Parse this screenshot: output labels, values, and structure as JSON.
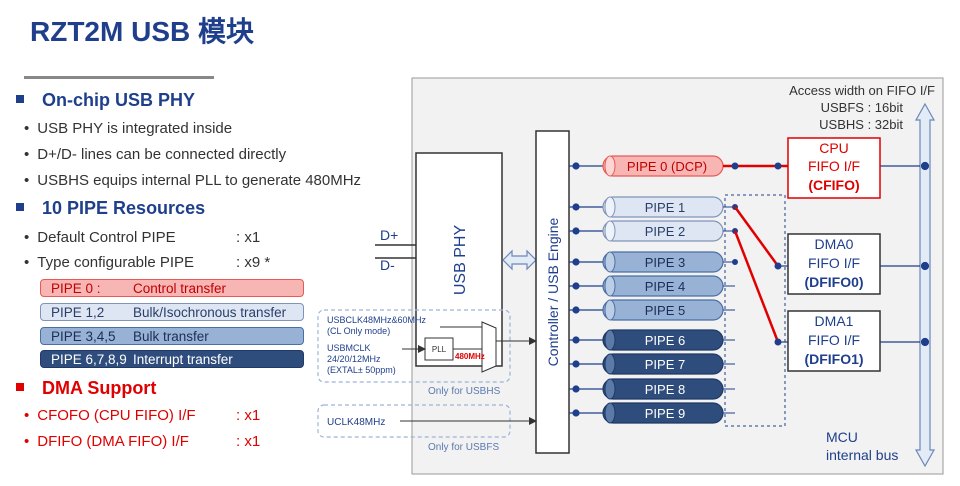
{
  "title": "RZT2M USB 模块",
  "sections": {
    "phy": {
      "heading": "On-chip USB PHY",
      "bullets": [
        "USB PHY is integrated inside",
        "D+/D- lines can be connected directly",
        "USBHS equips internal PLL to generate 480MHz"
      ]
    },
    "pipe": {
      "heading": "10 PIPE Resources",
      "rows": [
        {
          "label": "Default Control PIPE",
          "value": ": x1"
        },
        {
          "label": "Type configurable PIPE",
          "value": ": x9 *"
        }
      ],
      "legend": [
        {
          "pipes": "PIPE 0 :",
          "type": "Control transfer"
        },
        {
          "pipes": "PIPE 1,2",
          "type": "Bulk/Isochronous transfer"
        },
        {
          "pipes": "PIPE 3,4,5",
          "type": "Bulk transfer"
        },
        {
          "pipes": "PIPE 6,7,8,9",
          "type": "Interrupt transfer"
        }
      ]
    },
    "dma": {
      "heading": "DMA Support",
      "rows": [
        {
          "label": "CFOFO (CPU FIFO) I/F",
          "value": ": x1"
        },
        {
          "label": "DFIFO (DMA FIFO) I/F",
          "value": ": x1"
        }
      ]
    }
  },
  "diagram": {
    "access": [
      "Access width on FIFO I/F",
      "USBFS :  16bit",
      "USBHS :  32bit"
    ],
    "dplus": "D+",
    "dminus": "D-",
    "phy_label": "USB PHY",
    "controller_label": "Controller / USB Engine",
    "pipes": [
      "PIPE 0 (DCP)",
      "PIPE 1",
      "PIPE 2",
      "PIPE 3",
      "PIPE 4",
      "PIPE 5",
      "PIPE 6",
      "PIPE 7",
      "PIPE 8",
      "PIPE 9"
    ],
    "cpu_fifo": [
      "CPU",
      "FIFO I/F",
      "(CFIFO)"
    ],
    "dma0": [
      "DMA0",
      "FIFO I/F",
      "(DFIFO0)"
    ],
    "dma1": [
      "DMA1",
      "FIFO I/F",
      "(DFIFO1)"
    ],
    "clk_hs": [
      "USBCLK48MHz&60MHz",
      "(CL Only mode)",
      "USBMCLK",
      "24/20/12MHz",
      "(EXTAL± 50ppm)"
    ],
    "pll_label": "PLL",
    "pll_out": "480MHz",
    "only_hs": "Only for USBHS",
    "clk_fs": "UCLK48MHz",
    "only_fs": "Only for USBFS",
    "bus": [
      "MCU",
      "internal bus"
    ]
  },
  "colors": {
    "title": "#1f3f8c",
    "red": "#e00000",
    "pipe_light": "#dde6f2",
    "pipe_mid": "#98b2d6",
    "pipe_dark": "#2e4d7c"
  }
}
